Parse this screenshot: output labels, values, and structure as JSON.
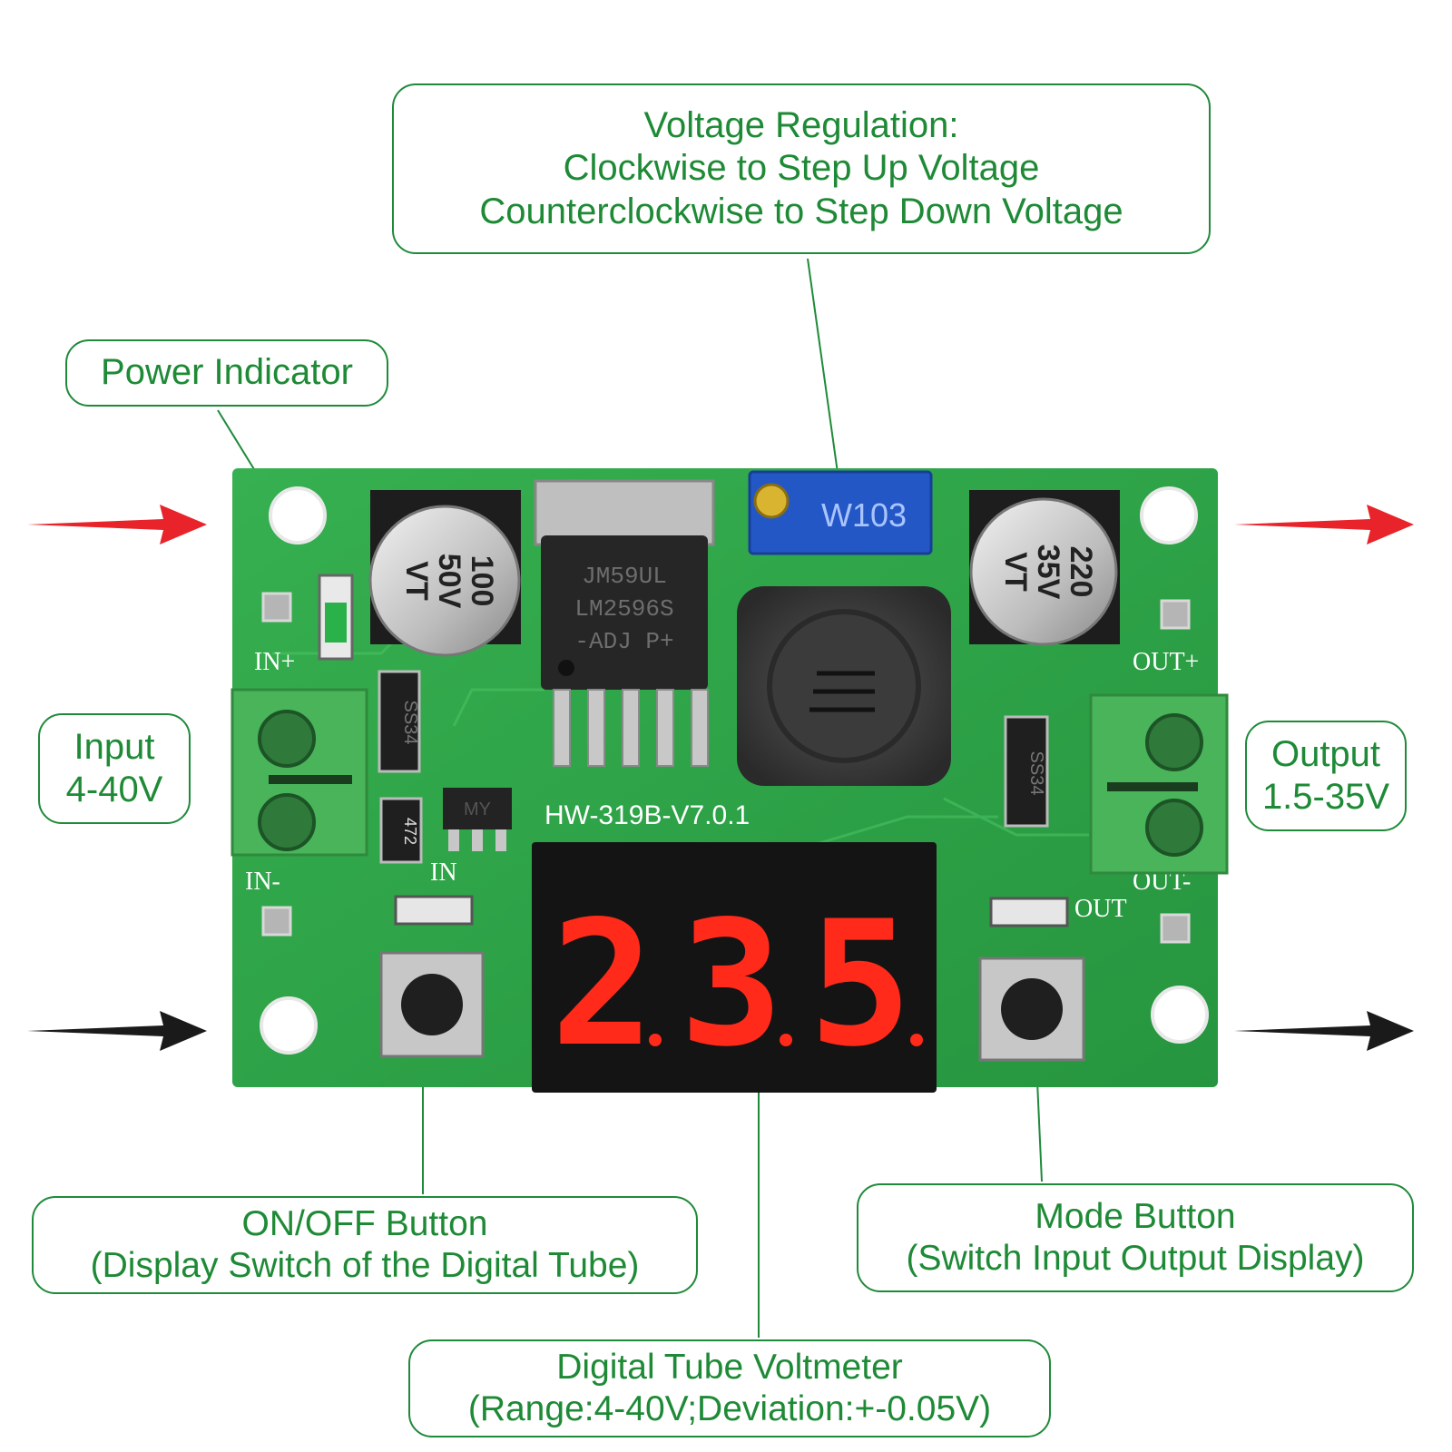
{
  "callouts": {
    "voltage_regulation": [
      "Voltage Regulation:",
      "Clockwise to Step Up Voltage",
      "Counterclockwise to Step Down Voltage"
    ],
    "power_indicator": [
      "Power Indicator"
    ],
    "input": [
      "Input",
      "4-40V"
    ],
    "output": [
      "Output",
      "1.5-35V"
    ],
    "onoff_button": [
      "ON/OFF Button",
      "(Display Switch of the Digital Tube)"
    ],
    "mode_button": [
      "Mode Button",
      "(Switch Input Output Display)"
    ],
    "digital_tube": [
      "Digital Tube Voltmeter",
      "(Range:4-40V;Deviation:+-0.05V)"
    ]
  },
  "board": {
    "model_label": "HW-319B-V7.0.1",
    "pin_in_plus": "IN+",
    "pin_in_minus": "IN-",
    "pin_out_plus": "OUT+",
    "pin_out_minus": "OUT-",
    "led_in_label": "IN",
    "led_out_label": "OUT",
    "potentiometer_marking": "W103",
    "cap_left": [
      "100",
      "50V",
      "VT"
    ],
    "cap_right": [
      "220",
      "35V",
      "VT"
    ],
    "chip_marking": [
      "JM59UL",
      "LM2596S",
      "-ADJ P+"
    ],
    "diode_marking": "SS34",
    "resistor_marking": "472",
    "regulator_small": "MY",
    "display_digits": [
      "2",
      "3",
      "5"
    ]
  },
  "colors": {
    "callout_green": "#1e8a36",
    "pcb_green": "#2fa84a",
    "led_red": "#ff2a1a",
    "arrow_red": "#e8232a",
    "arrow_black": "#1a1a1a"
  }
}
